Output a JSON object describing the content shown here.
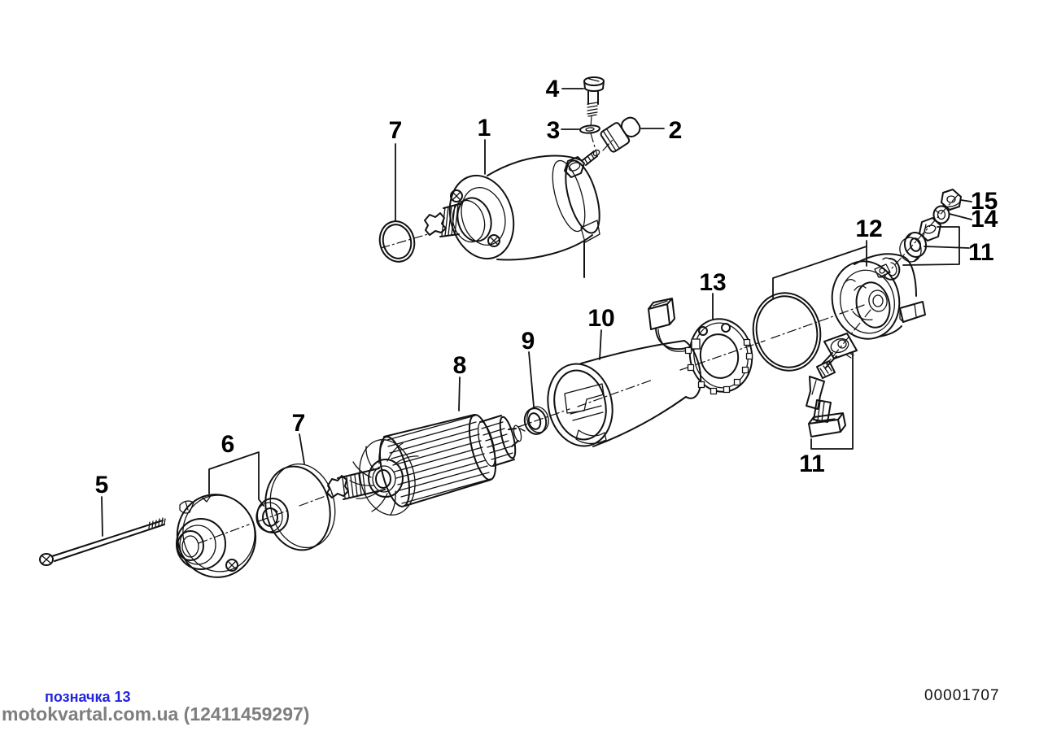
{
  "labels": {
    "l1": "1",
    "l2": "2",
    "l3": "3",
    "l4": "4",
    "l5": "5",
    "l6": "6",
    "l7a": "7",
    "l7b": "7",
    "l8": "8",
    "l9": "9",
    "l10": "10",
    "l11a": "11",
    "l11b": "11",
    "l12": "12",
    "l13": "13",
    "l14": "14",
    "l15": "15"
  },
  "footer": {
    "mark_label": "позначка 13",
    "watermark": "motokvartal.com.ua (12411459297)",
    "doc_number": "00001707"
  },
  "colors": {
    "line": "#111111",
    "watermark_blue": "#2424dd",
    "watermark_gray": "#7e7e7e",
    "doc_number": "#111111",
    "background": "#ffffff"
  }
}
